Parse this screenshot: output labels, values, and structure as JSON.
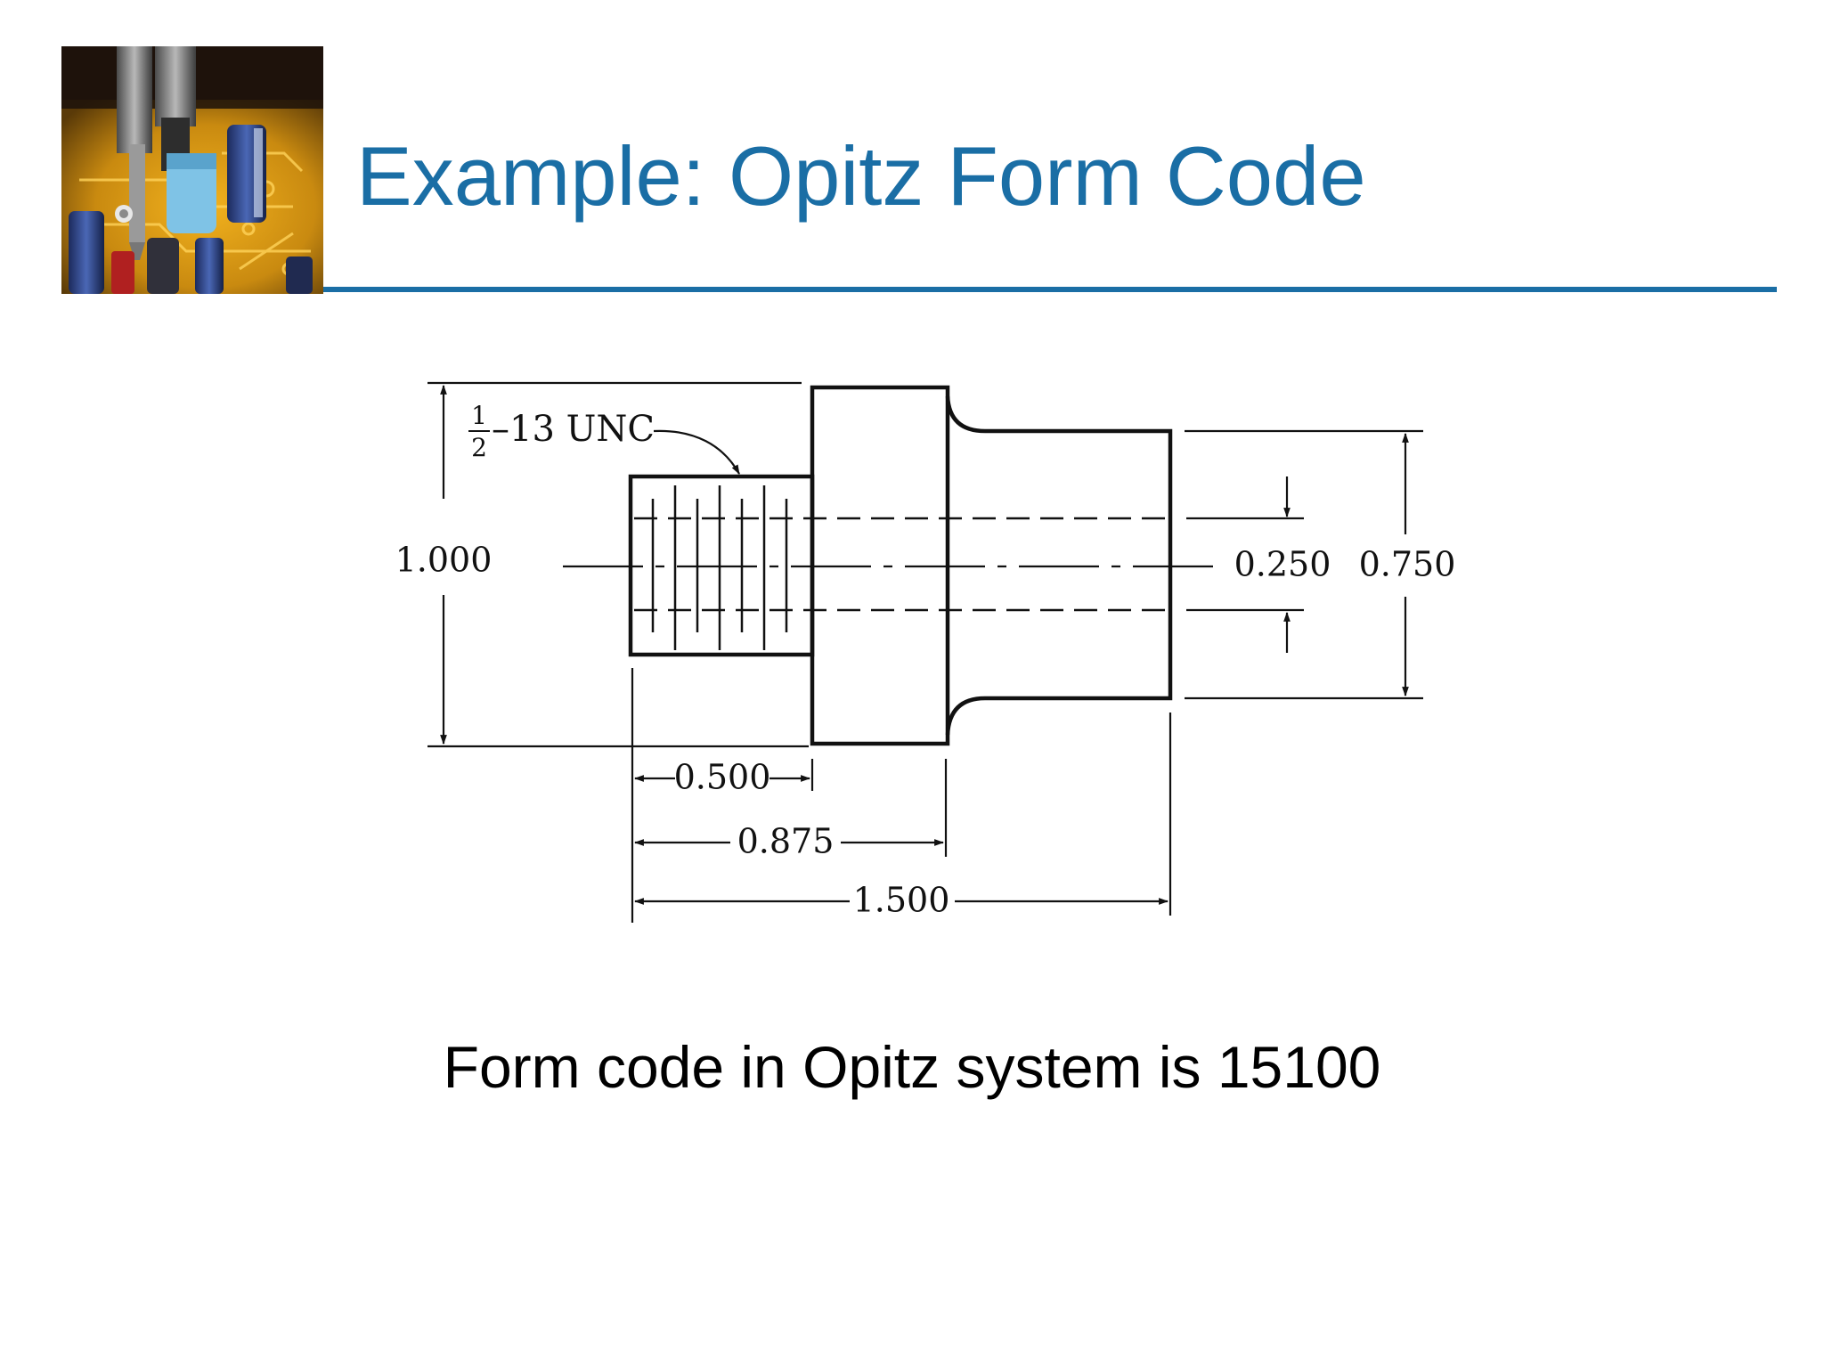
{
  "slide": {
    "title": "Example: Opitz Form Code",
    "caption": "Form code in Opitz system is 15100",
    "header_image": "circuit-board-pick-and-place-photo"
  },
  "drawing": {
    "thread_note_fraction_num": "1",
    "thread_note_fraction_den": "2",
    "thread_note_rest": "–13 UNC",
    "dimensions": {
      "overall_diameter": "1.000",
      "bore_diameter": "0.250",
      "shaft_diameter": "0.750",
      "thread_length": "0.500",
      "collar_position": "0.875",
      "overall_length": "1.500"
    }
  },
  "colors": {
    "title": "#1a6ea5",
    "rule": "#1a6ea5",
    "ink": "#111111",
    "background": "#ffffff"
  }
}
